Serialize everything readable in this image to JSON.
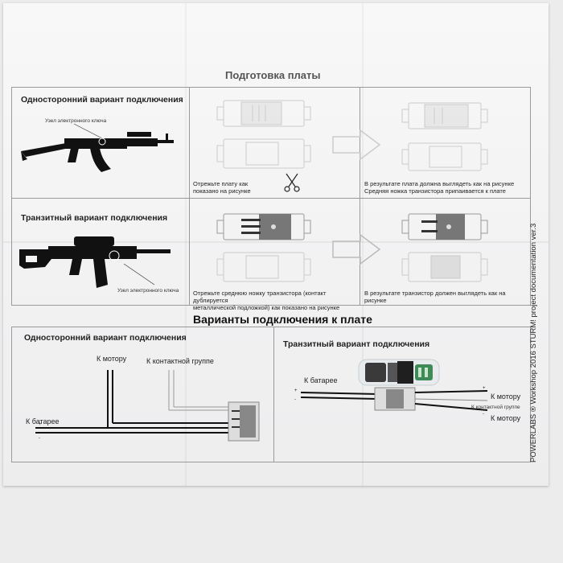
{
  "prep": {
    "title": "Подготовка платы",
    "one_sided_heading": "Односторонний вариант подключения",
    "one_sided_node_label": "Узел электронного ключа",
    "one_sided_cut_caption": "Отрежьте плату как\nпоказано на рисунке",
    "one_sided_result_caption": "В результате плата должна выглядеть как на рисунке\nСредняя ножка транзистора припаивается к плате",
    "transit_heading": "Транзитный вариант подключения",
    "transit_node_label": "Узел электронного ключа",
    "transit_cut_caption": "Отрежьте среднюю ножку транзистора (контакт дублируется\nметаллической подложкой) как показано на рисунке",
    "transit_result_caption": "В результате транзистор должен выглядеть как на рисунке"
  },
  "variants": {
    "title": "Варианты подключения к плате",
    "one_sided": {
      "heading": "Односторонний вариант подключения",
      "motor": "К мотору",
      "contact_group": "К контактной группе",
      "battery": "К батарее"
    },
    "transit": {
      "heading": "Транзитный вариант подключения",
      "battery": "К батарее",
      "motor_top": "К мотору",
      "contact_group": "К контактной группе",
      "motor_bottom": "К мотору"
    }
  },
  "side_text": "POWERLABS ® Workshop 2016 STURM! project documentation ver.3"
}
